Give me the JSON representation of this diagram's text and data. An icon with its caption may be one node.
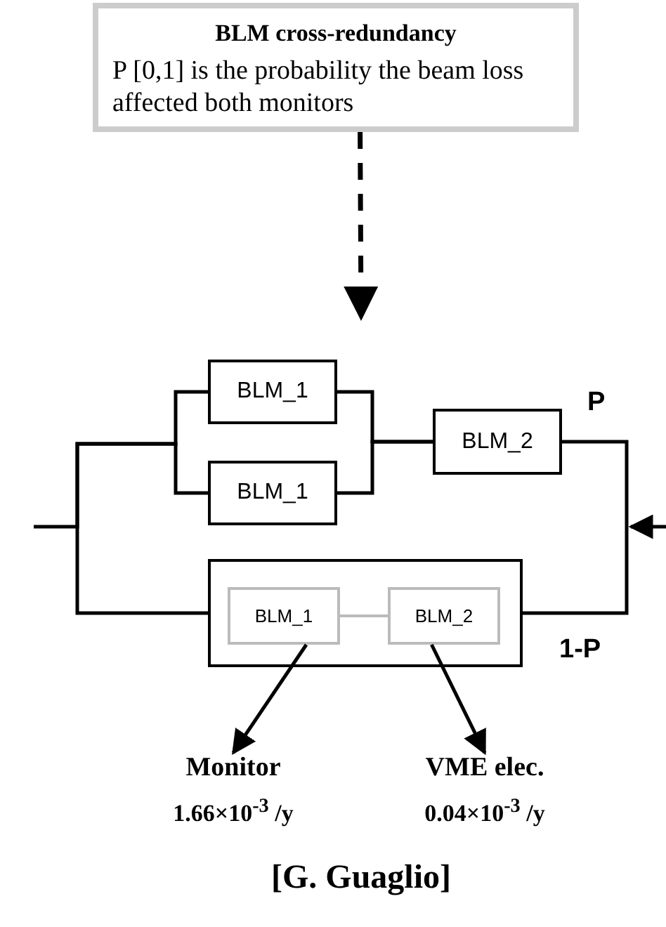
{
  "diagram": {
    "caption": "[G. Guaglio]",
    "nodes": [
      {
        "text": [
          "BLM cross-redundancy",
          "P [0,1] is the probability the beam loss affected both monitors"
        ]
      },
      {
        "text": [
          "BLM_1"
        ]
      },
      {
        "text": [
          "BLM_1"
        ]
      },
      {
        "text": [
          "BLM_2"
        ]
      },
      {
        "text": [],
        "shape": "box"
      },
      {
        "text": [
          "BLM_1"
        ],
        "in": 4
      },
      {
        "text": [
          "BLM_2"
        ],
        "in": 4
      },
      {
        "text": [
          "Monitor",
          "1.66×10$^{-3}$ /y"
        ]
      },
      {
        "text": [
          "VME elec.",
          "0.04×10$^{-3}$ /y"
        ]
      }
    ],
    "edges": [
      {
        "from": 0,
        "to": null,
        "arrow": "to",
        "style": "dashed"
      },
      {
        "from": null,
        "to": 1,
        "arrow": "none"
      },
      {
        "from": null,
        "to": 2,
        "arrow": "none"
      },
      {
        "from": null,
        "to": 4,
        "arrow": "none"
      },
      {
        "from": 1,
        "to": 3,
        "arrow": "none"
      },
      {
        "from": 2,
        "to": 3,
        "arrow": "none"
      },
      {
        "from": 3,
        "to": 4,
        "arrow": "none"
      },
      {
        "from": 5,
        "to": 6,
        "arrow": "none",
        "color": "#bbbbbb"
      },
      {
        "from": 5,
        "to": 7,
        "arrow": "to"
      },
      {
        "from": 6,
        "to": 8,
        "arrow": "to"
      }
    ],
    "labels": [
      "P",
      "1-P"
    ]
  }
}
